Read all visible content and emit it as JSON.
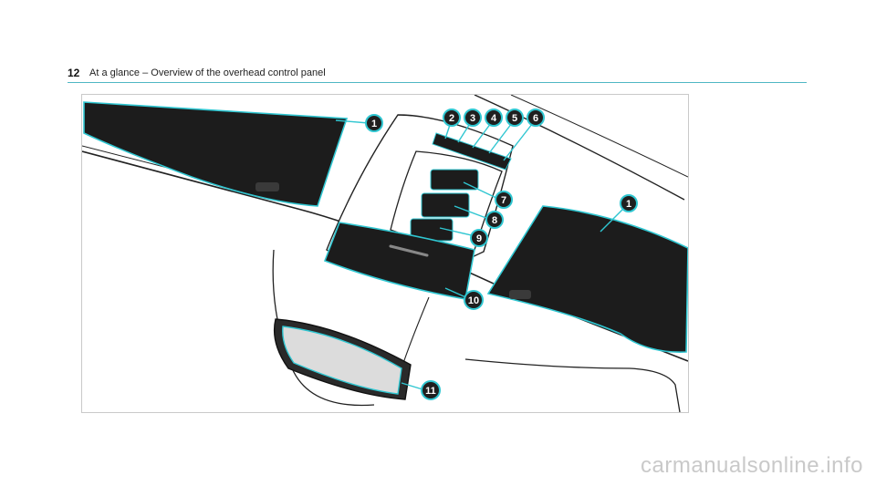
{
  "header": {
    "page_number": "12",
    "title": "At a glance – Overview of the overhead control panel"
  },
  "figure": {
    "callouts": [
      "1",
      "2",
      "3",
      "4",
      "5",
      "6",
      "7",
      "8",
      "9",
      "10",
      "1",
      "11"
    ],
    "accent_color": "#2fc6d1"
  },
  "footer": {
    "watermark": "carmanualsonline.info"
  }
}
